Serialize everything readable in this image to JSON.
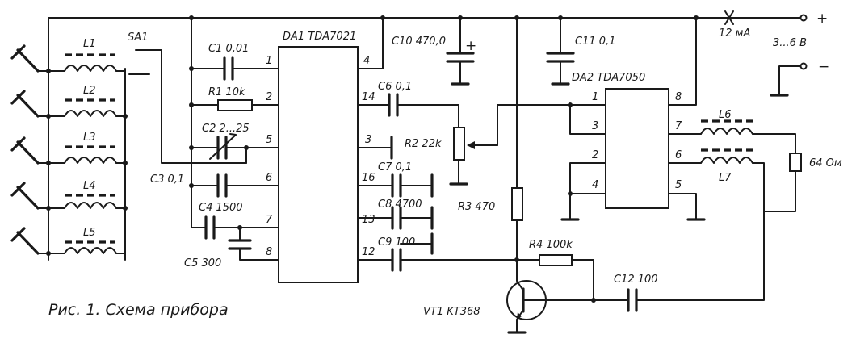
{
  "caption": "Рис. 1. Схема прибора",
  "components": {
    "L1": "L1",
    "L2": "L2",
    "L3": "L3",
    "L4": "L4",
    "L5": "L5",
    "SA1": "SA1",
    "C1": "C1 0,01",
    "R1": "R1 10k",
    "C2": "C2 2...25",
    "C3": "C3 0,1",
    "C4": "C4 1500",
    "C5": "C5 300",
    "DA1": "DA1 TDA7021",
    "C10": "C10 470,0",
    "C11": "C11 0,1",
    "C6": "C6 0,1",
    "R2": "R2 22k",
    "C7": "C7 0,1",
    "C8": "C8 4700",
    "C9": "C9 100",
    "R3": "R3 470",
    "R4": "R4 100k",
    "VT1": "VT1 KT368",
    "C12": "C12 100",
    "DA2": "DA2 TDA7050",
    "L6": "L6",
    "L7": "L7",
    "speaker": "64 Ом"
  },
  "supply": {
    "current": "12 мА",
    "voltage": "3...6 В",
    "plus": "+",
    "minus": "−"
  },
  "da1_pins": {
    "p1": "1",
    "p2": "2",
    "p5": "5",
    "p6": "6",
    "p7": "7",
    "p8": "8",
    "p4": "4",
    "p14": "14",
    "p3": "3",
    "p16": "16",
    "p13": "13",
    "p12": "12"
  },
  "da2_pins": {
    "p1": "1",
    "p3": "3",
    "p2": "2",
    "p4": "4",
    "p8": "8",
    "p7": "7",
    "p6": "6",
    "p5": "5"
  },
  "polarity_mark": "+"
}
